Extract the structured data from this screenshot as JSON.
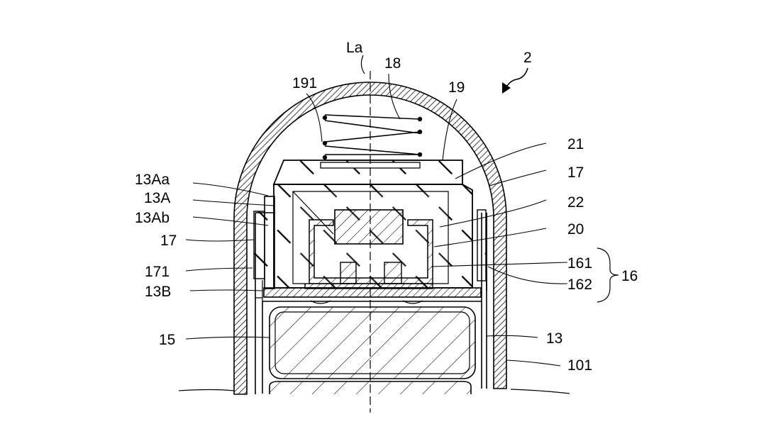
{
  "figure": {
    "number": "2",
    "axis_label": "La",
    "labels": {
      "l191": "191",
      "l18": "18",
      "l19": "19",
      "l21": "21",
      "l17_right": "17",
      "l22": "22",
      "l20": "20",
      "l161": "161",
      "l162": "162",
      "l16": "16",
      "l13": "13",
      "l101": "101",
      "l13Aa": "13Aa",
      "l13A": "13A",
      "l13Ab": "13Ab",
      "l17_left": "17",
      "l171": "171",
      "l13B": "13B",
      "l15": "15"
    }
  }
}
